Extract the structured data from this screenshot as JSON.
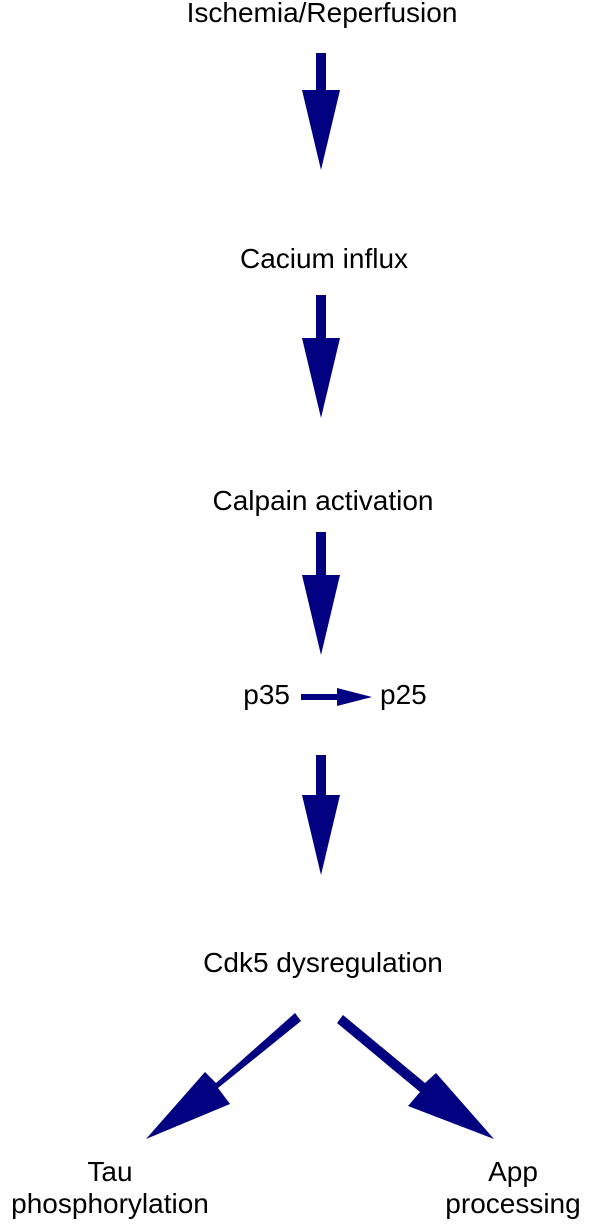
{
  "diagram": {
    "arrow_color": "#000080",
    "nodes": {
      "ischemia": "Ischemia/Reperfusion",
      "calcium": "Cacium influx",
      "calpain": "Calpain activation",
      "p35": "p35",
      "p25": "p25",
      "cdk5": "Cdk5 dysregulation",
      "tau_line1": "Tau",
      "tau_line2": "phosphorylation",
      "app_line1": "App",
      "app_line2": "processing"
    }
  }
}
